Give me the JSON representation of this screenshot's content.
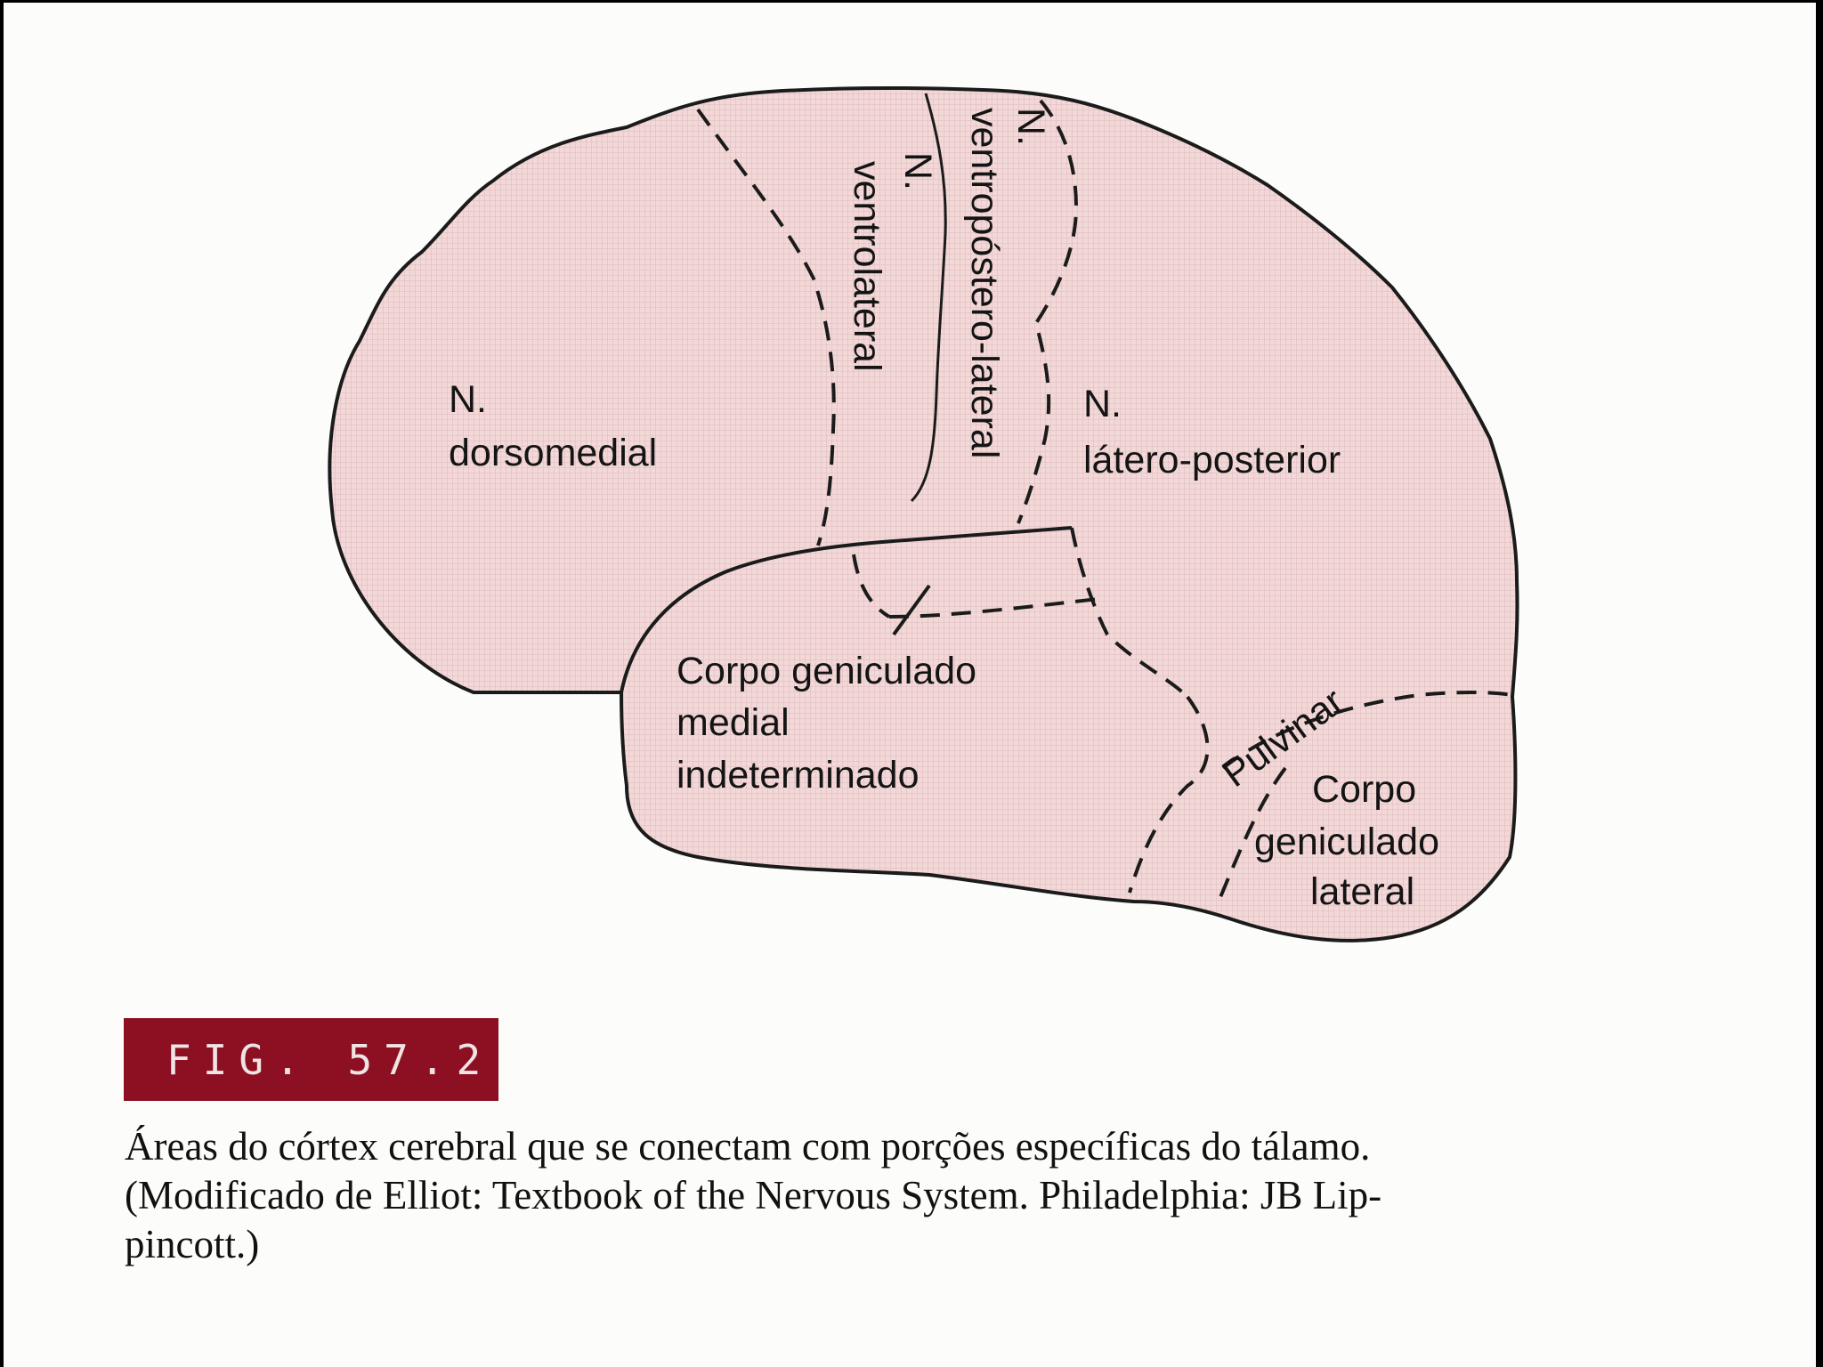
{
  "figure": {
    "colors": {
      "fill": "#f3d8d8",
      "stroke": "#1b1b1b",
      "badge": "#8c0f22"
    },
    "labels": {
      "dorsomedial_line1": "N.",
      "dorsomedial_line2": "dorsomedial",
      "ventrolateral_line1": "N.",
      "ventrolateral_line2": "ventrolateral",
      "ventroposterolateral_line1": "N.",
      "ventroposterolateral_line2": "ventropóstero-lateral",
      "lateroposterior_line1": "N.",
      "lateroposterior_line2": "látero-posterior",
      "medial_geniculate_line1": "Corpo geniculado",
      "medial_geniculate_line2": "medial",
      "medial_geniculate_line3": "indeterminado",
      "pulvinar": "Pulvinar",
      "lateral_geniculate_line1": "Corpo",
      "lateral_geniculate_line2": "geniculado",
      "lateral_geniculate_line3": "lateral"
    }
  },
  "fig_number": "FIG. 57.2",
  "caption": {
    "line1": "Áreas do córtex cerebral que se conectam com porções específicas do tálamo.",
    "line2": "(Modificado de Elliot: Textbook of the Nervous System. Philadelphia: JB Lip-",
    "line3": "pincott.)"
  }
}
